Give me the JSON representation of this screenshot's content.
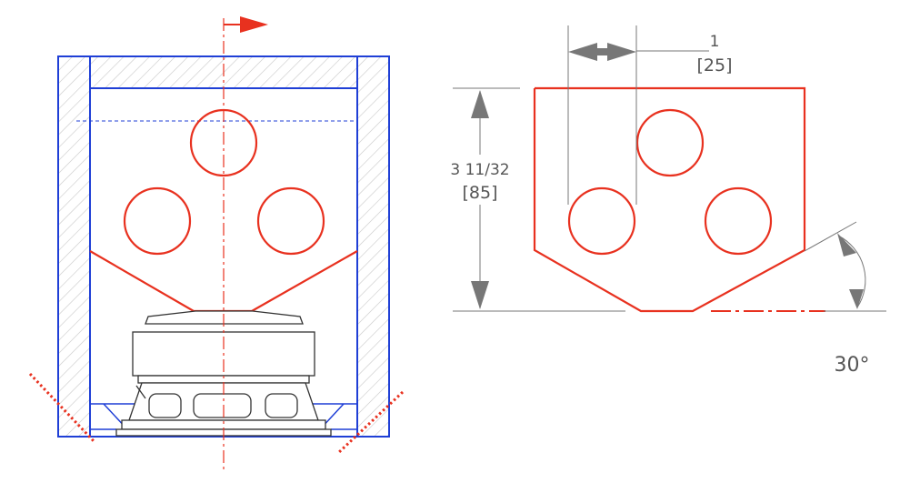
{
  "colors": {
    "enclosure": "#1f3fd6",
    "cut": "#e8311f",
    "driver": "#333333",
    "dimension": "#777777",
    "hatch": "#c8c8c8"
  },
  "dimensions": {
    "hole_offset": {
      "inch": "1",
      "mm": "[25]"
    },
    "panel_height": {
      "inch": "3 11/32",
      "mm": "[85]"
    },
    "bevel_angle": "30°"
  }
}
